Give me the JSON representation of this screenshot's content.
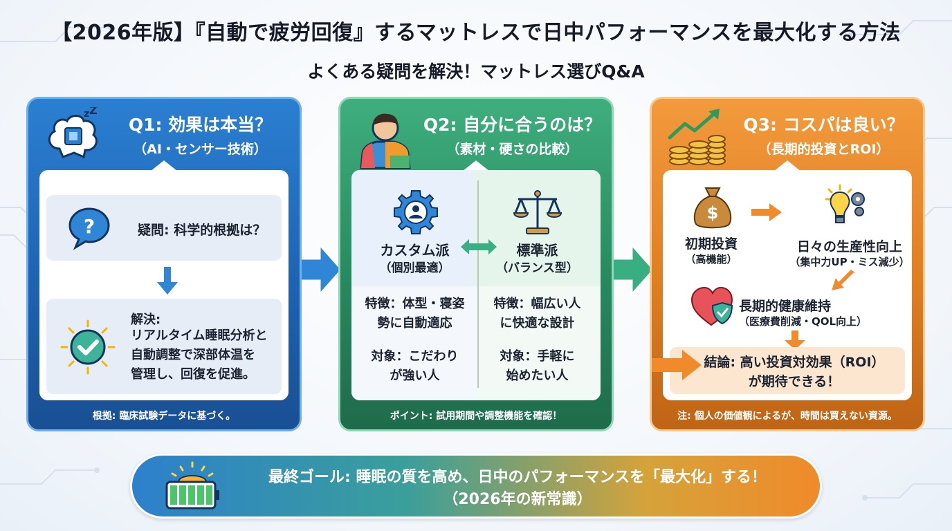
{
  "header": {
    "title": "【2026年版】『自動で疲労回復』するマットレスで日中パフォーマンスを最大化する方法",
    "subtitle": "よくある疑問を解決！マットレス選びQ&A"
  },
  "q1": {
    "title": "Q1: 効果は本当？",
    "subtitle": "（AI・センサー技術）",
    "question": "疑問: 科学的根拠は？",
    "answer_head": "解決:",
    "answer_body": "リアルタイム睡眠分析と\n自動調整で深部体温を\n管理し、回復を促進。",
    "footer": "根拠: 臨床試験データに基づく。",
    "icon": "brain-chip-icon"
  },
  "q2": {
    "title": "Q2: 自分に合うのは？",
    "subtitle": "（素材・硬さの比較）",
    "left": {
      "name": "カスタム派",
      "type": "（個別最適）",
      "feature": "特徴：体型・寝姿\n勢に自動適応",
      "target": "対象：こだわり\nが強い人",
      "icon": "gear-person-icon"
    },
    "right": {
      "name": "標準派",
      "type": "（バランス型）",
      "feature": "特徴：幅広い人\nに快適な設計",
      "target": "対象：手軽に\n始めたい人",
      "icon": "balance-scale-icon"
    },
    "footer": "ポイント: 試用期間や調整機能を確認！",
    "icon": "person-icon"
  },
  "q3": {
    "title": "Q3: コスパは良い？",
    "subtitle": "（長期的投資とROI）",
    "initial": "初期投資",
    "initial_sub": "（高機能）",
    "productivity": "日々の生産性向上",
    "productivity_sub": "（集中力UP・ミス減少）",
    "health": "長期的健康維持",
    "health_sub": "（医療費削減・QOL向上）",
    "conclusion": "結論: 高い投資対効果（ROI）\nが期待できる！",
    "footer": "注: 個人の価値観によるが、時間は買えない資源。",
    "icon": "coins-growth-icon"
  },
  "goal": {
    "text": "最終ゴール: 睡眠の質を高め、日中のパフォーマンスを「最大化」する！\n（2026年の新常識）",
    "icon": "sunrise-battery-icon"
  },
  "colors": {
    "q1": "#1e63b3",
    "q2": "#27895f",
    "q3": "#e07e21"
  }
}
